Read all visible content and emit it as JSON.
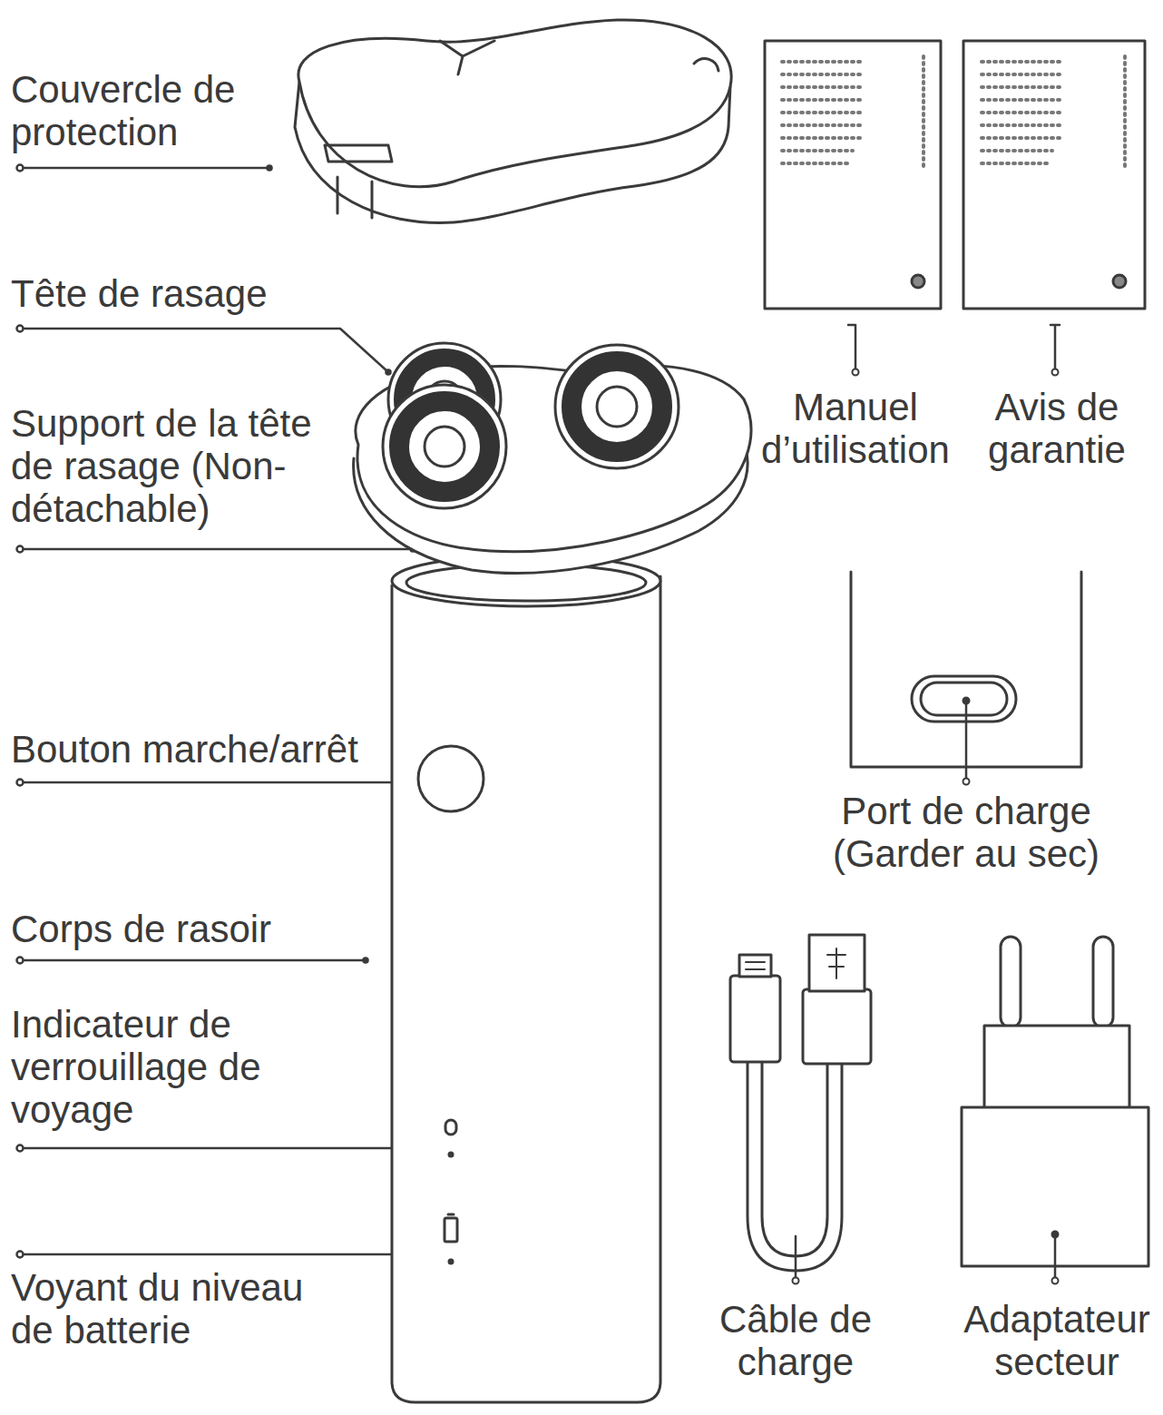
{
  "diagram": {
    "labels": [
      "Couvercle de protection",
      "Tête de rasage",
      "Support de la tête de rasage (Non-détachable)",
      "Bouton marche/arrêt",
      "Corps de rasoir",
      "Indicateur de verrouillage de voyage",
      "Voyant du niveau de batterie",
      "Manuel d’utilisation",
      "Avis de garantie",
      "Port de charge (Garder au sec)",
      "Câble de charge",
      "Adaptateur secteur"
    ]
  }
}
